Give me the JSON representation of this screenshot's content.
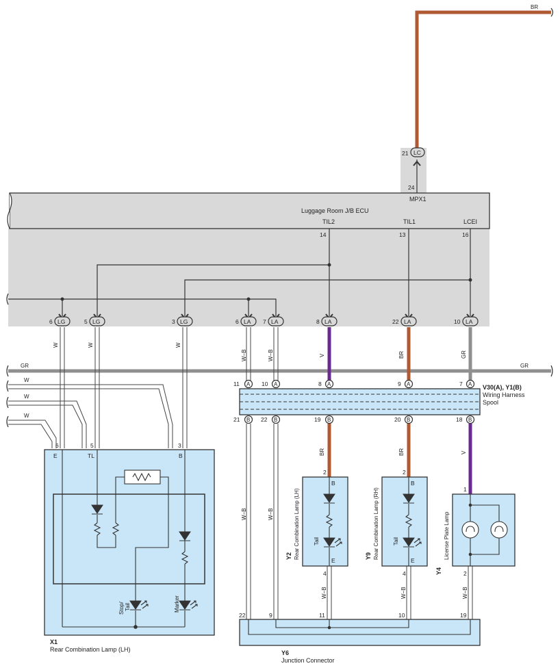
{
  "ecu": {
    "name": "Luggage Room J/B ECU",
    "mpx_label": "MPX1",
    "mpx_pin": "24",
    "lc_pin": "21",
    "lc_code": "LC"
  },
  "ecu_terminals": [
    {
      "pin": "14",
      "name": "TIL2"
    },
    {
      "pin": "13",
      "name": "TIL1"
    },
    {
      "pin": "16",
      "name": "LCEI"
    }
  ],
  "top_connectors": [
    {
      "pin": "6",
      "code": "LG"
    },
    {
      "pin": "5",
      "code": "LG"
    },
    {
      "pin": "3",
      "code": "LG"
    },
    {
      "pin": "6",
      "code": "LA"
    },
    {
      "pin": "7",
      "code": "LA"
    },
    {
      "pin": "8",
      "code": "LA"
    },
    {
      "pin": "22",
      "code": "LA"
    },
    {
      "pin": "10",
      "code": "LA"
    }
  ],
  "wire_colors": {
    "br": "BR",
    "gr": "GR",
    "w": "W",
    "wb": "W−B",
    "v": "V",
    "gr_hex": "#8f8f8f",
    "br_hex": "#b05a34",
    "v_hex": "#6a2b8e",
    "box_hex": "#c8e6f7",
    "ecu_hex": "#d9d9d9"
  },
  "spool": {
    "name": "V30(A), Y1(B)",
    "desc1": "Wiring Harness",
    "desc2": "Spool",
    "a": "A",
    "b": "B",
    "top_pins": [
      "11",
      "10",
      "8",
      "9",
      "7"
    ],
    "bottom_pins": [
      "21",
      "22",
      "19",
      "20",
      "18"
    ]
  },
  "x1": {
    "code": "X1",
    "name": "Rear Combination Lamp (LH)",
    "pins": [
      "6",
      "5",
      "3"
    ],
    "terms": [
      "E",
      "TL",
      "B"
    ],
    "stop_tail": [
      "Stop/",
      "Tail"
    ],
    "marker": "Marker"
  },
  "y2": {
    "code": "Y2",
    "name": "Rear Combination Lamp (LH)",
    "top_pin": "2",
    "bot_pin": "4",
    "b": "B",
    "e": "E",
    "tail": "Tail"
  },
  "y9": {
    "code": "Y9",
    "name": "Rear Combination Lamp (RH)",
    "top_pin": "2",
    "bot_pin": "4",
    "b": "B",
    "e": "E",
    "tail": "Tail"
  },
  "y4": {
    "code": "Y4",
    "name": "License Plate Lamp",
    "top_pin": "1",
    "bot_pin": "2"
  },
  "y6": {
    "code": "Y6",
    "name": "Junction Connector",
    "pins": [
      "22",
      "9",
      "11",
      "10",
      "19"
    ]
  }
}
